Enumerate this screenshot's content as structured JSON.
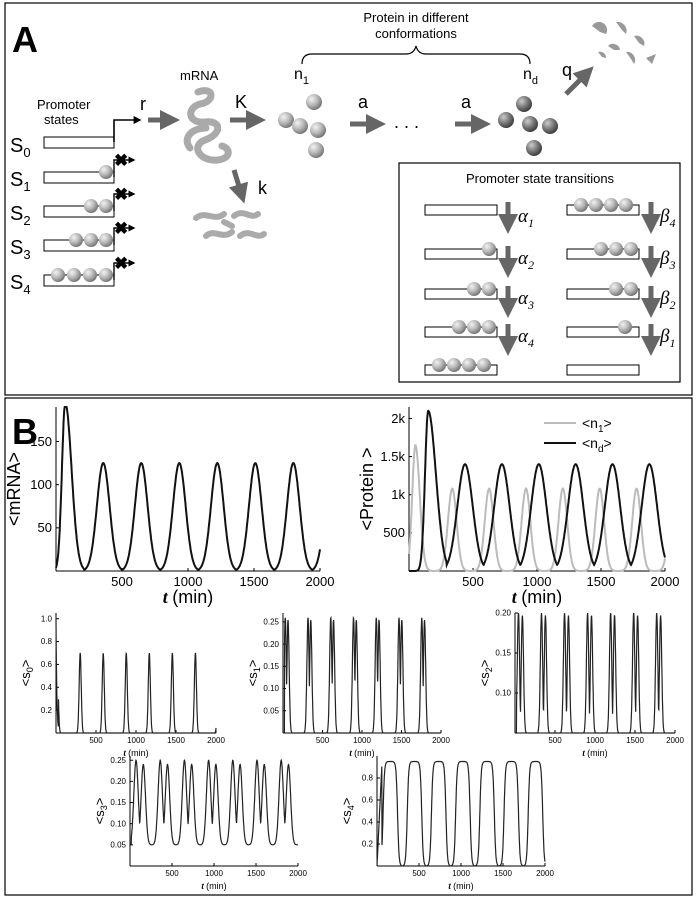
{
  "panelA": {
    "label": "A",
    "promoter_title_1": "Promoter",
    "promoter_title_2": "states",
    "states": [
      "S",
      "S",
      "S",
      "S",
      "S"
    ],
    "state_subs": [
      "0",
      "1",
      "2",
      "3",
      "4"
    ],
    "mrna_label": "mRNA",
    "rate_r": "r",
    "rate_K": "K",
    "rate_k": "k",
    "rate_a": "a",
    "rate_q": "q",
    "dots": ". . .",
    "protein_title_1": "Protein in different",
    "protein_title_2": "conformations",
    "n_label": "n",
    "n1_sub": "1",
    "nd_sub": "d",
    "transitions_title": "Promoter state transitions",
    "alpha": "α",
    "beta": "β",
    "alpha_subs": [
      "1",
      "2",
      "3",
      "4"
    ],
    "beta_subs": [
      "4",
      "3",
      "2",
      "1"
    ]
  },
  "panelB": {
    "label": "B",
    "t_axis": "t",
    "t_unit": "(min)",
    "legend_n1": "<n",
    "legend_n1_sub": "1",
    "legend_nd": "<n",
    "legend_nd_sub": "d",
    "legend_close": ">"
  },
  "chart_data": [
    {
      "type": "line",
      "ylabel": "<mRNA>",
      "xlabel": "t (min)",
      "xlim": [
        0,
        2000
      ],
      "ylim": [
        0,
        190
      ],
      "x_ticks": [
        "500",
        "1000",
        "1500",
        "2000"
      ],
      "y_ticks": [
        "50",
        "100",
        "150"
      ],
      "series": [
        {
          "color": "#111111",
          "first_peak": 195,
          "peak": 125,
          "trough": 0,
          "period": 288,
          "first_peak_t": 70
        }
      ]
    },
    {
      "type": "line",
      "ylabel": "<Protein >",
      "xlabel": "t (min)",
      "xlim": [
        0,
        2000
      ],
      "ylim": [
        0,
        2150
      ],
      "x_ticks": [
        "500",
        "1000",
        "1500",
        "2000"
      ],
      "y_ticks": [
        "500",
        "1k",
        "1.5k",
        "2k"
      ],
      "series": [
        {
          "name": "<n1>",
          "color": "#bbbbbb",
          "first_peak": 1650,
          "peak": 1080,
          "trough": 0,
          "period": 288,
          "first_peak_t": 50
        },
        {
          "name": "<nd>",
          "color": "#111111",
          "first_peak": 2100,
          "peak": 1400,
          "trough": 0,
          "period": 288,
          "first_peak_t": 150
        }
      ]
    },
    {
      "type": "line",
      "ylabel": "<s0>",
      "xlabel": "t (min)",
      "xlim": [
        0,
        2000
      ],
      "ylim": [
        0,
        1.05
      ],
      "x_ticks": [
        "500",
        "1000",
        "1500",
        "2000"
      ],
      "y_ticks": [
        "0.2",
        "0.4",
        "0.6",
        "0.8",
        "1.0"
      ],
      "series": [
        {
          "color": "#222222",
          "initial": 1.0,
          "peak": 0.7,
          "trough": 0,
          "period": 288
        }
      ]
    },
    {
      "type": "line",
      "ylabel": "<s1>",
      "xlabel": "t (min)",
      "xlim": [
        0,
        2000
      ],
      "ylim": [
        0,
        0.27
      ],
      "x_ticks": [
        "500",
        "1000",
        "1500",
        "2000"
      ],
      "y_ticks": [
        "0.05",
        "0.10",
        "0.15",
        "0.20",
        "0.25"
      ],
      "series": [
        {
          "color": "#222222",
          "peak": 0.26,
          "trough": 0,
          "period": 288
        }
      ]
    },
    {
      "type": "line",
      "ylabel": "<s2>",
      "xlabel": "t (min)",
      "xlim": [
        0,
        2000
      ],
      "ylim": [
        0.05,
        0.2
      ],
      "x_ticks": [
        "500",
        "1000",
        "1500",
        "2000"
      ],
      "y_ticks": [
        "0.10",
        "0.15",
        "0.20"
      ],
      "series": [
        {
          "color": "#222222",
          "peak": 0.2,
          "trough": 0.05,
          "period": 288
        }
      ]
    },
    {
      "type": "line",
      "ylabel": "<s3>",
      "xlabel": "t (min)",
      "xlim": [
        0,
        2000
      ],
      "ylim": [
        0,
        0.26
      ],
      "x_ticks": [
        "500",
        "1000",
        "1500",
        "2000"
      ],
      "y_ticks": [
        "0.05",
        "0.10",
        "0.15",
        "0.20",
        "0.25"
      ],
      "series": [
        {
          "color": "#222222",
          "peak": 0.25,
          "trough": 0.05,
          "period": 288
        }
      ]
    },
    {
      "type": "line",
      "ylabel": "<s4>",
      "xlabel": "t (min)",
      "xlim": [
        0,
        2000
      ],
      "ylim": [
        0,
        1.0
      ],
      "x_ticks": [
        "500",
        "1000",
        "1500",
        "2000"
      ],
      "y_ticks": [
        "0.2",
        "0.4",
        "0.6",
        "0.8"
      ],
      "series": [
        {
          "color": "#222222",
          "peak": 0.95,
          "trough": 0,
          "period": 288
        }
      ]
    }
  ]
}
